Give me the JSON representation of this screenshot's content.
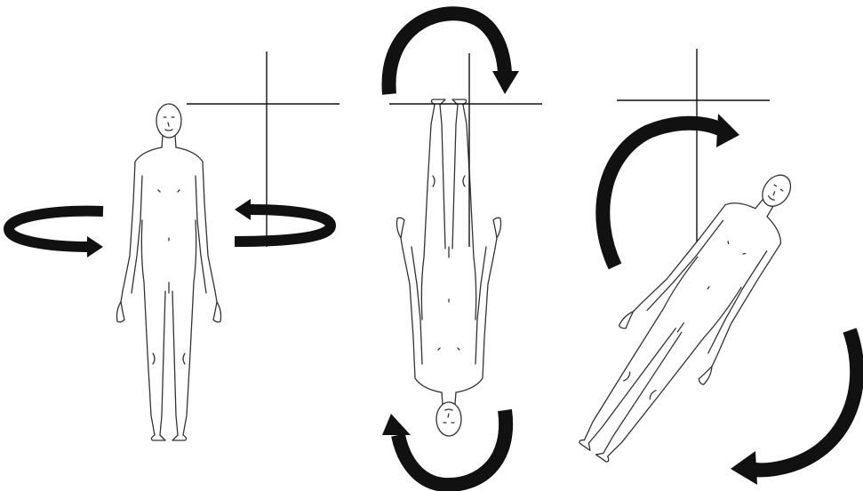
{
  "diagram": {
    "panels": [
      {
        "id": "vertical-rotation",
        "figure": "standing-human-figure",
        "arrows": [
          "left-ring-arrow",
          "right-ring-arrow"
        ]
      },
      {
        "id": "inverted-rotation",
        "figure": "inverted-human-figure",
        "arrows": [
          "top-curved-arrow",
          "bottom-curved-arrow"
        ]
      },
      {
        "id": "tilted-rotation",
        "figure": "tilted-human-figure",
        "arrows": [
          "upper-curved-arrow",
          "lower-curved-arrow"
        ]
      }
    ],
    "colors": {
      "arrow": "#111111",
      "figure_outline": "#333333",
      "axis": "#111111",
      "background": "#ffffff"
    }
  }
}
